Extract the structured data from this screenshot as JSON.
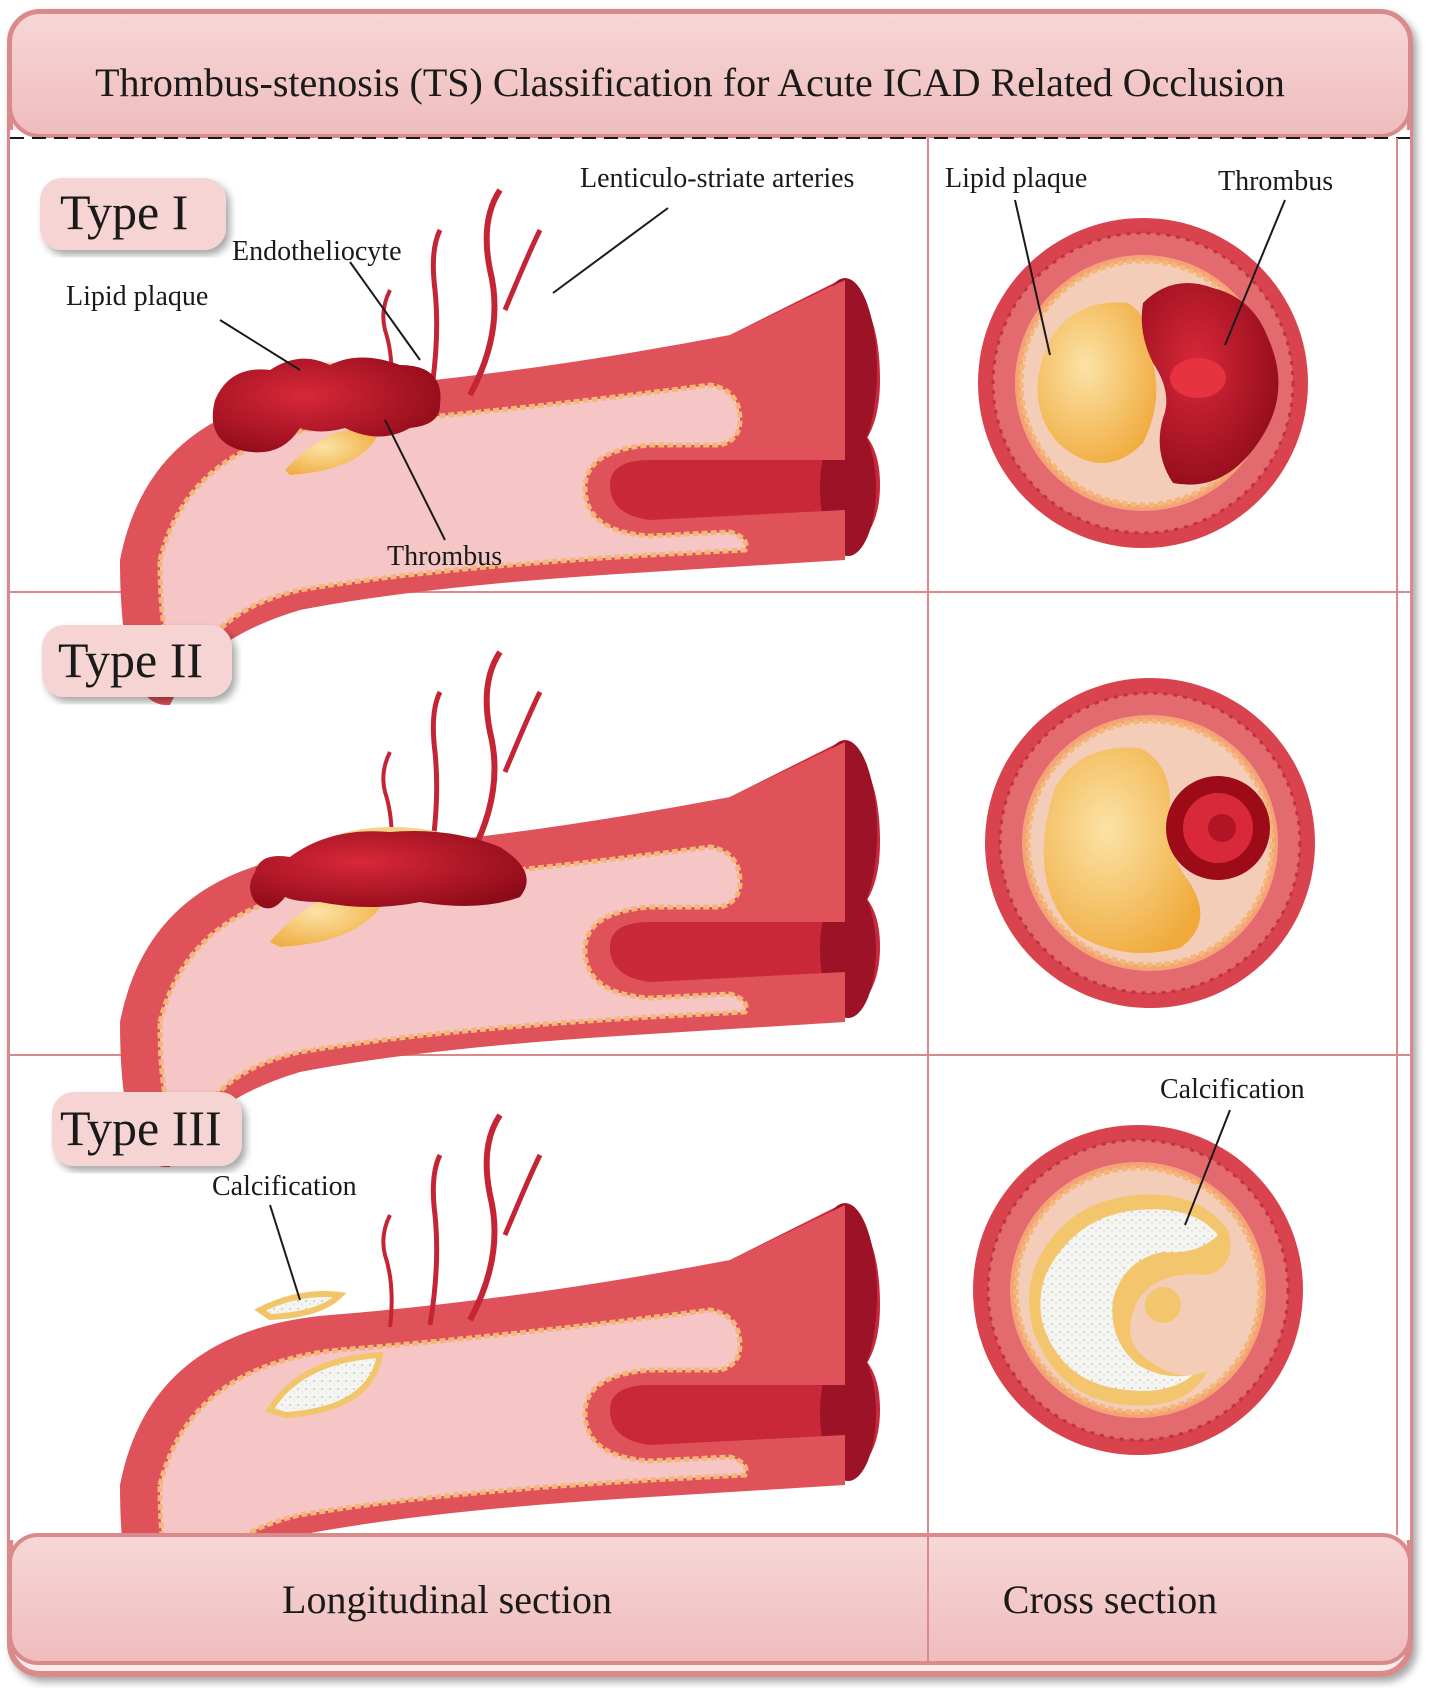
{
  "header": {
    "title": "Thrombus-stenosis (TS) Classification for Acute ICAD Related Occlusion"
  },
  "rows": [
    {
      "type_label": "Type I",
      "labels": {
        "lenticulo": "Lenticulo-striate arteries",
        "endothelio": "Endotheliocyte",
        "lipid": "Lipid plaque",
        "thrombus": "Thrombus",
        "cross_lipid": "Lipid plaque",
        "cross_thrombus": "Thrombus"
      }
    },
    {
      "type_label": "Type II"
    },
    {
      "type_label": "Type III",
      "labels": {
        "calc": "Calcification",
        "cross_calc": "Calcification"
      }
    }
  ],
  "footer": {
    "longitudinal": "Longitudinal section",
    "cross": "Cross section"
  },
  "colors": {
    "frame_fill": "#f4cfcf",
    "frame_border": "#d98a8a",
    "vessel_wall": "#e0525a",
    "vessel_dark": "#a3132a",
    "lumen": "#f6c6c6",
    "intima": "#f4b777",
    "thrombus": "#b1121f",
    "lipid": "#f2c56a",
    "calcification": "#f1f1ee"
  }
}
